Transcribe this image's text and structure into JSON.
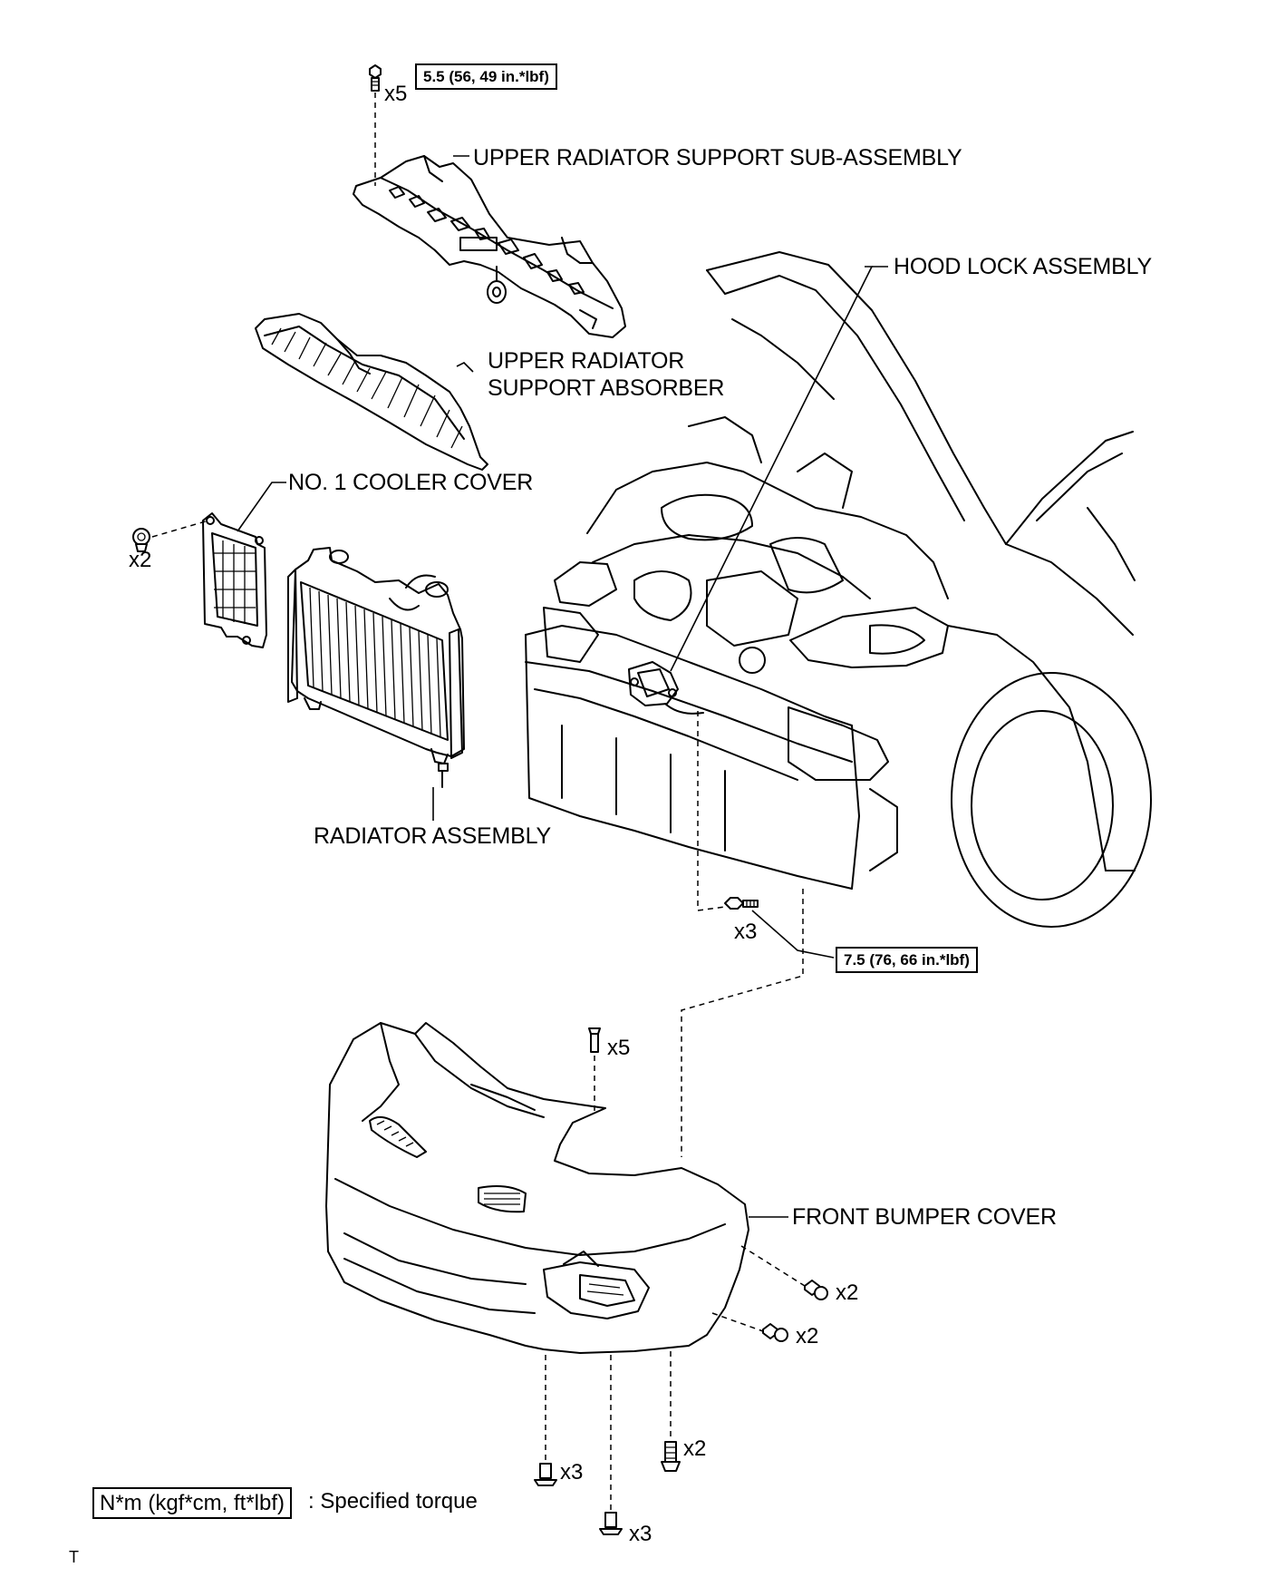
{
  "labels": {
    "upper_support": "UPPER RADIATOR SUPPORT SUB-ASSEMBLY",
    "hood_lock": "HOOD LOCK ASSEMBLY",
    "absorber_line1": "UPPER RADIATOR",
    "absorber_line2": "SUPPORT ABSORBER",
    "cooler_cover": "NO. 1 COOLER COVER",
    "radiator": "RADIATOR ASSEMBLY",
    "bumper_cover": "FRONT BUMPER COVER"
  },
  "torques": {
    "upper_support_bolts": "5.5 (56, 49 in.*lbf)",
    "bumper_reinforcement_bolts": "7.5 (76, 66 in.*lbf)"
  },
  "quantities": {
    "upper_support_bolts": "x5",
    "cooler_cover_clips": "x2",
    "hood_area_bolts": "x3",
    "bumper_top_clips": "x5",
    "bumper_side_screws_upper": "x2",
    "bumper_side_screws_lower": "x2",
    "bumper_bottom_left": "x3",
    "bumper_bottom_center": "x3",
    "bumper_bottom_right": "x2"
  },
  "legend": {
    "box": "N*m (kgf*cm, ft*lbf)",
    "text": ": Specified torque"
  },
  "corner_mark": "T"
}
